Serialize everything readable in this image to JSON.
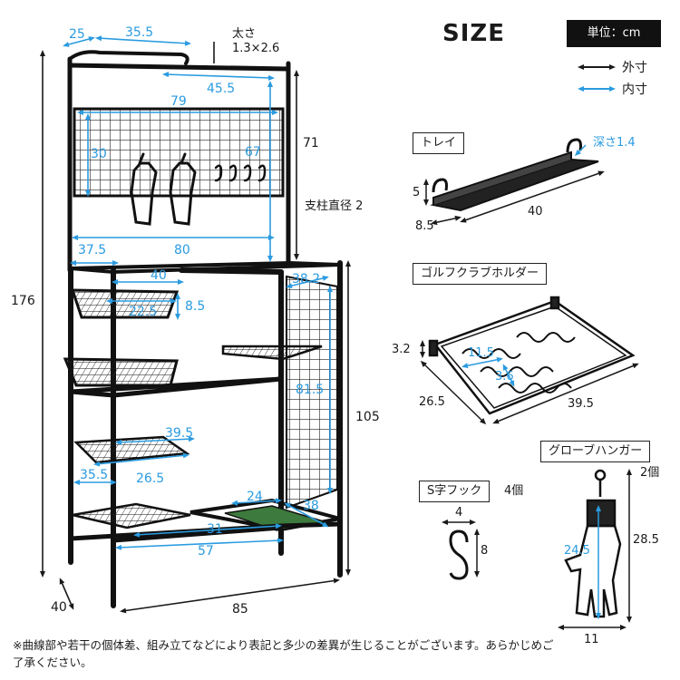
{
  "title": "SIZE",
  "unit": "単位：cm",
  "legend": {
    "outer": "外寸",
    "inner": "内寸"
  },
  "main": {
    "dims_black": {
      "height": "176",
      "depth": "40",
      "width": "85",
      "upper_h": "71",
      "lower_h": "105",
      "pipe": "支柱直径 2",
      "thickness_title": "太さ",
      "thickness_value": "1.3×2.6"
    },
    "dims_blue": {
      "top_a": "25",
      "top_b": "35.5",
      "top_c": "45.5",
      "grid_w": "79",
      "grid_h": "30",
      "grid_h2": "67",
      "upper_w": "37.5",
      "upper_w2": "80",
      "basket_w": "40",
      "basket_d": "22.5",
      "basket_h": "8.5",
      "side_w": "38.2",
      "side_h": "81.5",
      "shelf_w": "39.5",
      "shelf_d1": "35.5",
      "shelf_d2": "26.5",
      "mat_w": "24",
      "mat_d": "38",
      "bottom_a": "31",
      "bottom_b": "57"
    }
  },
  "tray": {
    "label": "トレイ",
    "depth_note": "深さ1.4",
    "h": "5",
    "d": "8.5",
    "w": "40"
  },
  "golf": {
    "label": "ゴルフクラブホルダー",
    "h": "3.2",
    "d": "26.5",
    "w": "39.5",
    "inner_a": "11.5",
    "inner_b": "3.6"
  },
  "glove": {
    "label": "グローブハンガー",
    "qty": "2個",
    "h_outer": "28.5",
    "h_inner": "24.5",
    "w": "11"
  },
  "hook": {
    "label": "S字フック",
    "qty": "4個",
    "w": "4",
    "h": "8"
  },
  "note": "※曲線部や若干の個体差、組み立てなどにより表記と多少の差異が生じることがございます。あらかじめご了承ください。",
  "colors": {
    "outer": "#1a1a1a",
    "inner": "#2a9be0"
  }
}
